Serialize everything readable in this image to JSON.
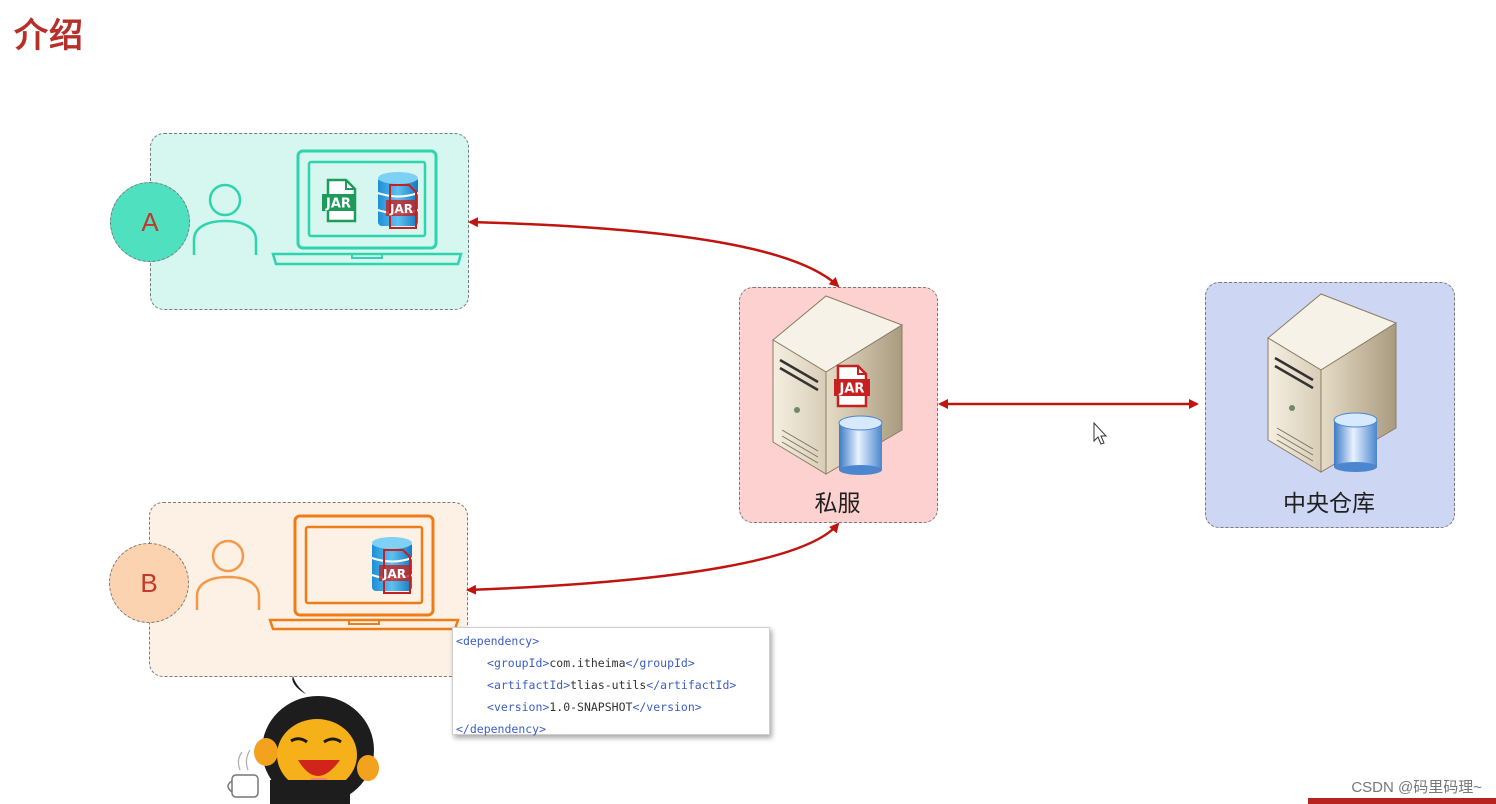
{
  "page": {
    "title": "介绍"
  },
  "users": {
    "a": {
      "label": "A"
    },
    "b": {
      "label": "B"
    }
  },
  "icons": {
    "jar_text": "JAR"
  },
  "servers": {
    "private": {
      "label": "私服"
    },
    "central": {
      "label": "中央仓库"
    }
  },
  "code": {
    "open_dependency": "dependency",
    "group_tag": "groupId",
    "group_value": "com.itheima",
    "artifact_tag": "artifactId",
    "artifact_value": "tlias-utils",
    "version_tag": "version",
    "version_value": "1.0-SNAPSHOT",
    "close_dependency": "dependency"
  },
  "watermark": "CSDN @码里码理~",
  "colors": {
    "title": "#b5302a",
    "arrow": "#c0150f",
    "box_a": "#d6f7ef",
    "box_b": "#fdf0e4",
    "box_private": "#fcd1cf",
    "box_central": "#cdd6f3"
  }
}
